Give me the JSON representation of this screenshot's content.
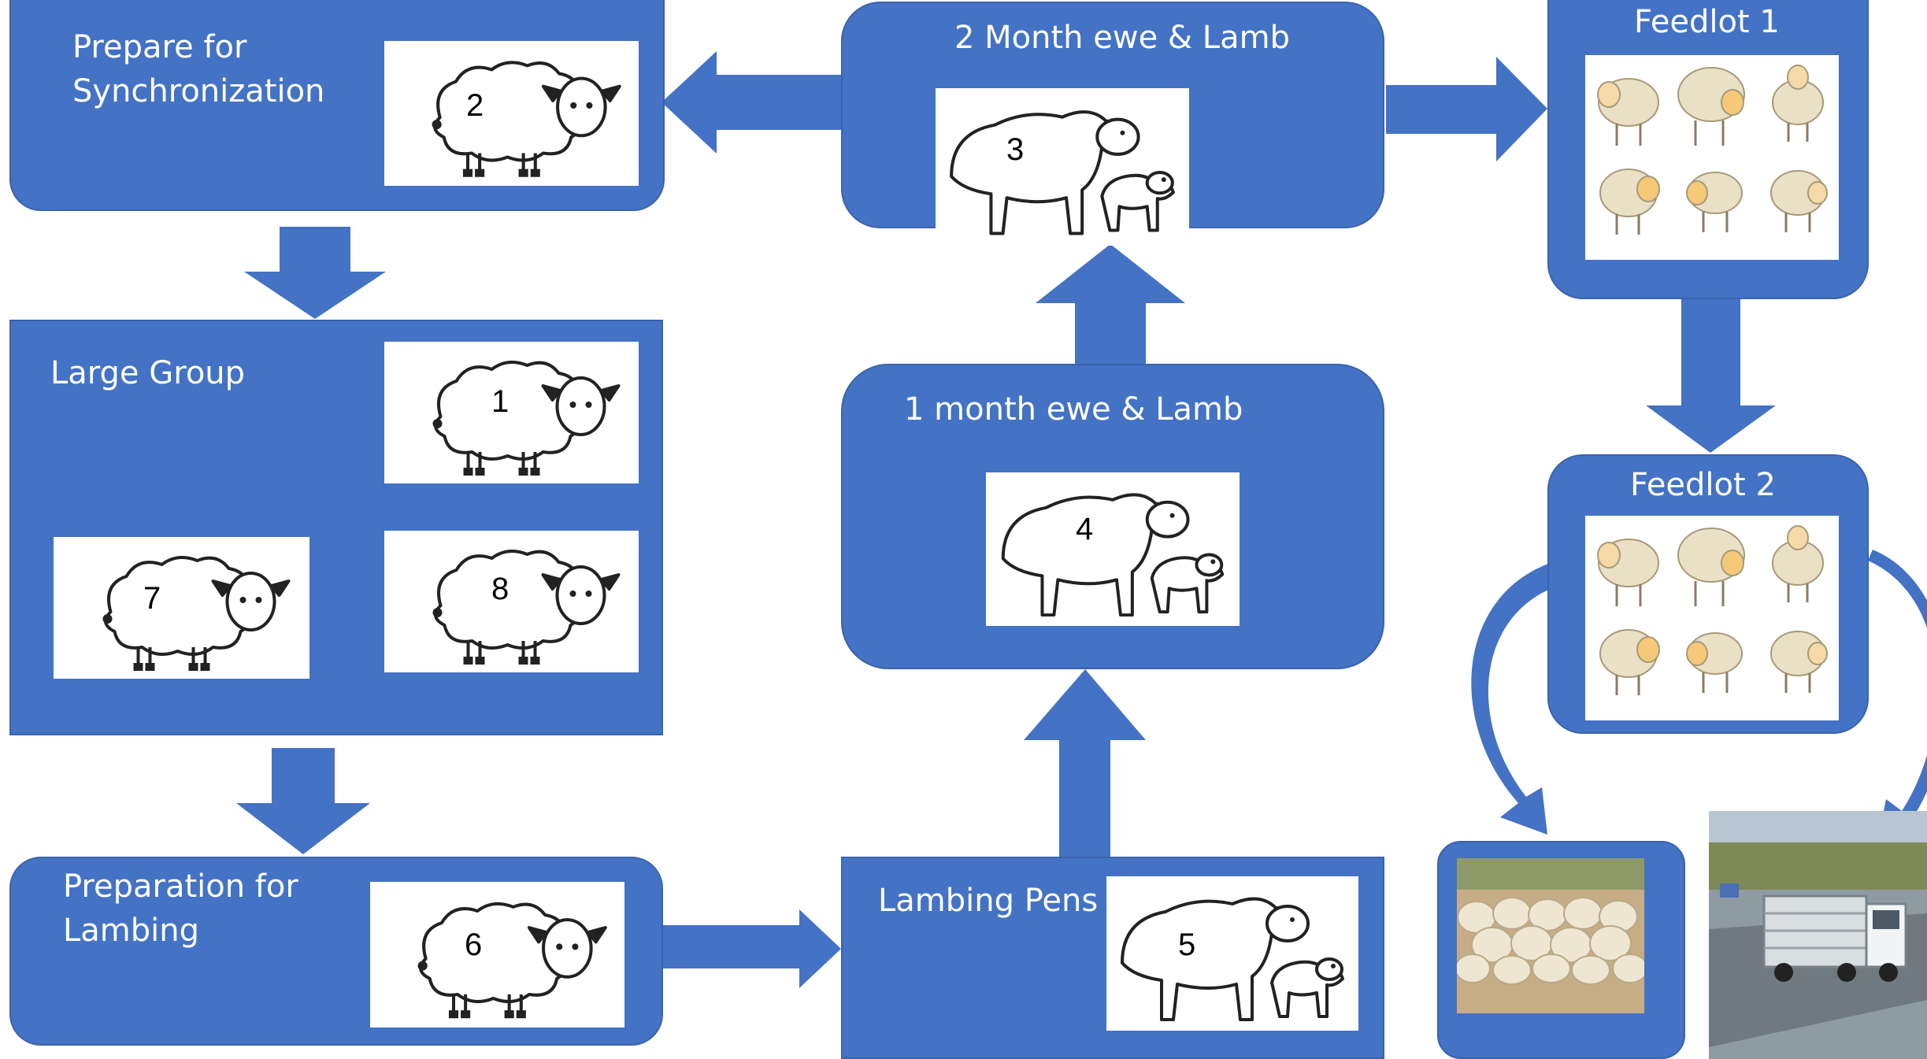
{
  "diagram": {
    "nodes": {
      "prepare_sync": {
        "title": "Prepare for\nSynchronization",
        "badge": "2"
      },
      "large_group": {
        "title": "Large Group",
        "badges": [
          "1",
          "7",
          "8"
        ]
      },
      "prep_lambing": {
        "title": "Preparation for\nLambing",
        "badge": "6"
      },
      "lambing_pens": {
        "title": "Lambing Pens",
        "badge": "5"
      },
      "one_month": {
        "title": "1 month ewe & Lamb",
        "badge": "4"
      },
      "two_month": {
        "title": "2 Month ewe & Lamb",
        "badge": "3"
      },
      "feedlot1": {
        "title": "Feedlot  1"
      },
      "feedlot2": {
        "title": "Feedlot 2"
      }
    },
    "edges": [
      [
        "2 Month ewe & Lamb",
        "Prepare for Synchronization"
      ],
      [
        "2 Month ewe & Lamb",
        "Feedlot  1"
      ],
      [
        "Prepare for Synchronization",
        "Large Group"
      ],
      [
        "Large Group",
        "Preparation for Lambing"
      ],
      [
        "Preparation for Lambing",
        "Lambing Pens"
      ],
      [
        "Lambing Pens",
        "1 month ewe & Lamb"
      ],
      [
        "1 month ewe & Lamb",
        "2 Month ewe & Lamb"
      ],
      [
        "Feedlot  1",
        "Feedlot 2"
      ],
      [
        "Feedlot 2",
        "flock photo"
      ],
      [
        "Feedlot 2",
        "livestock truck photo"
      ]
    ],
    "colors": {
      "box_fill": "#4472c4",
      "box_text": "#ffffff",
      "picture_bg": "#ffffff"
    }
  }
}
